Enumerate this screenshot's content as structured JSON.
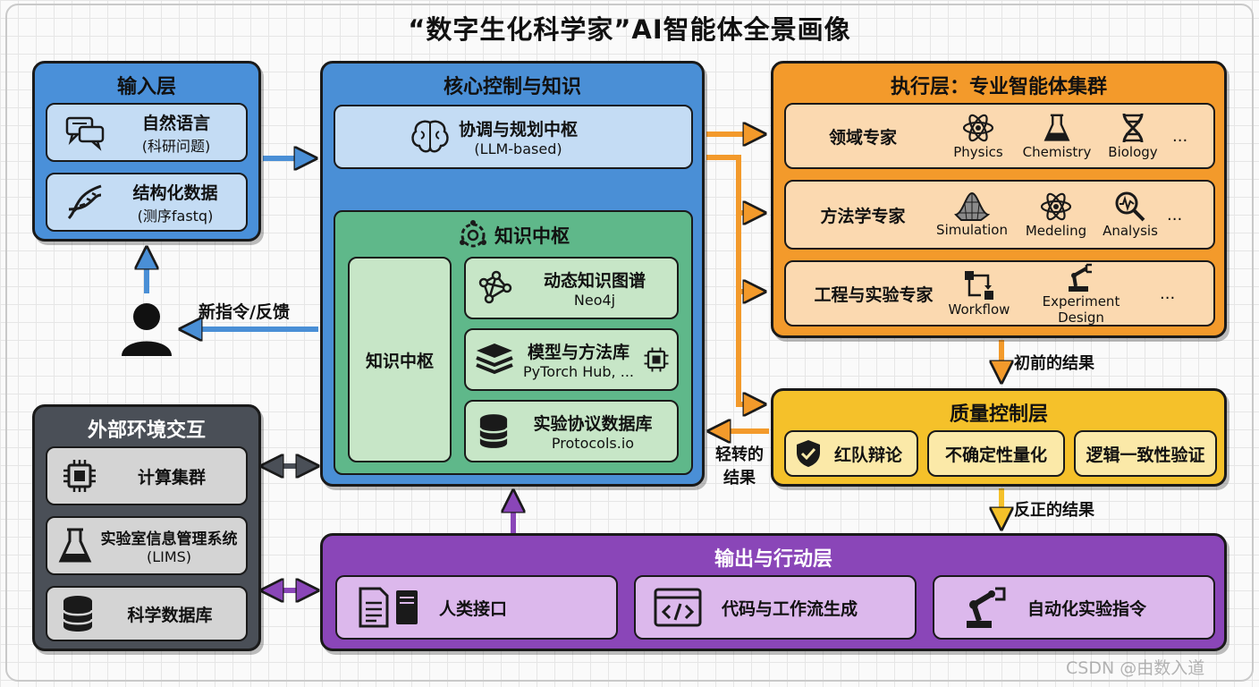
{
  "title": "“数字生化科学家”AI智能体全景画像",
  "input_layer": {
    "title": "输入层",
    "items": [
      {
        "label": "自然语言",
        "sub": "(科研问题)",
        "icon": "chat-bubbles-icon"
      },
      {
        "label": "结构化数据",
        "sub": "(测序fastq)",
        "icon": "dna-icon"
      }
    ]
  },
  "user": {
    "icon": "user-icon",
    "feedback_label": "新指令/反馈"
  },
  "core": {
    "title": "核心控制与知识",
    "coordinator": {
      "label": "协调与规划中枢",
      "sub": "(LLM-based)",
      "icon": "brain-icon"
    },
    "knowledge_hub": {
      "title": "知识中枢",
      "left_label": "知识中枢",
      "items": [
        {
          "label": "动态知识图谱",
          "sub": "Neo4j",
          "icon": "graph-icon"
        },
        {
          "label": "模型与方法库",
          "sub": "PyTorch Hub, ...",
          "icon": "layers-icon"
        },
        {
          "label": "实验协议数据库",
          "sub": "Protocols.io",
          "icon": "database-icon"
        }
      ]
    }
  },
  "external": {
    "title": "外部环境交互",
    "items": [
      {
        "label": "计算集群",
        "icon": "chip-icon"
      },
      {
        "label": "实验室信息管理系统",
        "sub": "(LIMS)",
        "icon": "flask-icon"
      },
      {
        "label": "科学数据库",
        "icon": "database-icon"
      }
    ]
  },
  "execution": {
    "title": "执行层：专业智能体集群",
    "rows": [
      {
        "label": "领域专家",
        "items": [
          {
            "label": "Physics",
            "icon": "atom-icon"
          },
          {
            "label": "Chemistry",
            "icon": "flask-icon"
          },
          {
            "label": "Biology",
            "icon": "dna-icon"
          }
        ],
        "more": "..."
      },
      {
        "label": "方法学专家",
        "items": [
          {
            "label": "Simulation",
            "icon": "surface-icon"
          },
          {
            "label": "Medeling",
            "icon": "atom-icon"
          },
          {
            "label": "Analysis",
            "icon": "magnifier-icon"
          }
        ],
        "more": "..."
      },
      {
        "label": "工程与实验专家",
        "items": [
          {
            "label": "Workflow",
            "icon": "workflow-icon"
          },
          {
            "label": "Experiment Design",
            "icon": "robot-arm-icon"
          }
        ],
        "more": "..."
      }
    ]
  },
  "quality": {
    "title": "质量控制层",
    "items": [
      {
        "label": "红队辩论",
        "icon": "shield-check-icon"
      },
      {
        "label": "不确定性量化"
      },
      {
        "label": "逻辑一致性验证"
      }
    ]
  },
  "flow_labels": {
    "preliminary": "初前的结果",
    "returned_line1": "轻转的",
    "returned_line2": "结果",
    "approved": "反正的结果"
  },
  "output": {
    "title": "输出与行动层",
    "items": [
      {
        "label": "人类接口",
        "icon": "document-icon"
      },
      {
        "label": "代码与工作流生成",
        "icon": "code-window-icon"
      },
      {
        "label": "自动化实验指令",
        "icon": "robot-arm-icon"
      }
    ]
  },
  "watermark": "CSDN @由数入道",
  "colors": {
    "input_blue": "#4a90d9",
    "core_blue": "#4a8fd6",
    "knowledge_green": "#5fb88a",
    "exec_orange": "#f39a2b",
    "quality_yellow": "#f5c12a",
    "output_purple": "#8a46b8",
    "external_dark": "#4a4f57"
  }
}
